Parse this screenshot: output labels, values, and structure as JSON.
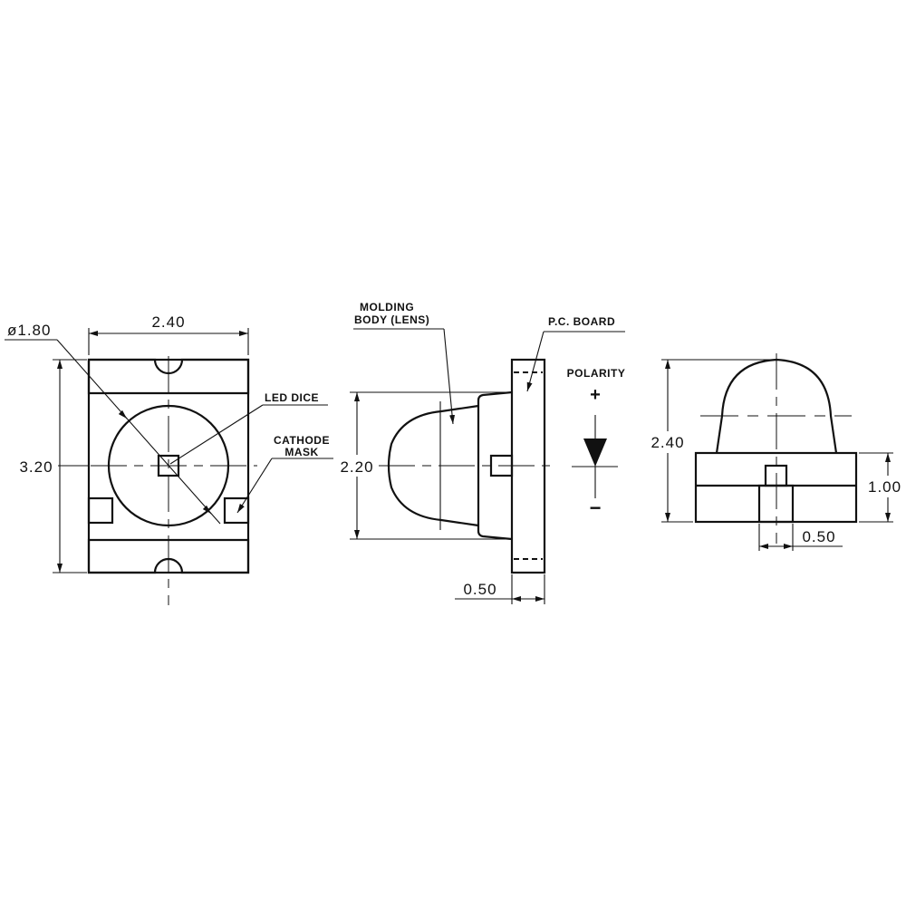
{
  "front_view": {
    "width_dim": "2.40",
    "height_dim": "3.20",
    "diameter_dim": "ø1.80",
    "led_dice_label": "LED DICE",
    "cathode_mask_label": [
      "CATHODE",
      "MASK"
    ]
  },
  "side_view": {
    "lens_label": [
      "MOLDING",
      "BODY (LENS)"
    ],
    "pcb_label": "P.C. BOARD",
    "height_dim": "2.20",
    "pcb_thickness_dim": "0.50",
    "polarity_label": "POLARITY",
    "plus": "+",
    "minus": "−"
  },
  "end_view": {
    "height_dim": "2.40",
    "base_height_dim": "1.00",
    "pad_width_dim": "0.50"
  }
}
